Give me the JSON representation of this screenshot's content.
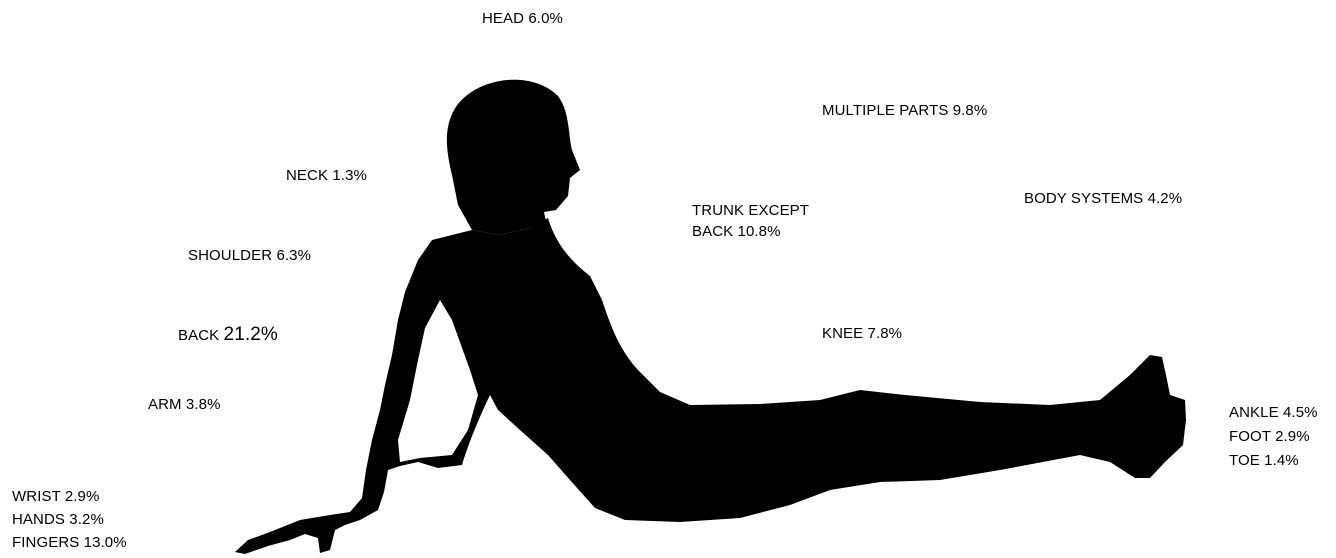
{
  "figure": {
    "silhouette": "seated-person-silhouette",
    "silhouette_color": "#000000",
    "background": "#ffffff"
  },
  "labels": {
    "head": {
      "part": "HEAD",
      "pct": "6.0%"
    },
    "multiple_parts": {
      "part": "MULTIPLE PARTS",
      "pct": "9.8%"
    },
    "neck": {
      "part": "NECK",
      "pct": "1.3%"
    },
    "trunk": {
      "part_line1": "TRUNK EXCEPT",
      "part_line2": "BACK",
      "pct": "10.8%"
    },
    "body_systems": {
      "part": "BODY SYSTEMS",
      "pct": "4.2%"
    },
    "shoulder": {
      "part": "SHOULDER",
      "pct": "6.3%"
    },
    "back": {
      "part": "BACK",
      "pct": "21.2%"
    },
    "knee": {
      "part": "KNEE",
      "pct": "7.8%"
    },
    "arm": {
      "part": "ARM",
      "pct": "3.8%"
    },
    "ankle": {
      "part": "ANKLE",
      "pct": "4.5%"
    },
    "foot": {
      "part": "FOOT",
      "pct": "2.9%"
    },
    "toe": {
      "part": "TOE",
      "pct": "1.4%"
    },
    "wrist": {
      "part": "WRIST",
      "pct": "2.9%"
    },
    "hands": {
      "part": "HANDS",
      "pct": "3.2%"
    },
    "fingers": {
      "part": "FINGERS",
      "pct": "13.0%"
    }
  }
}
